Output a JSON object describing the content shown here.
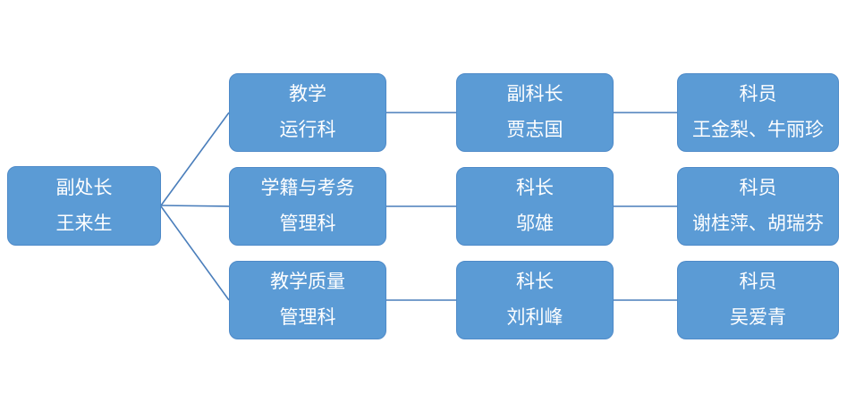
{
  "diagram": {
    "type": "org-chart",
    "colors": {
      "node_fill": "#5b9bd5",
      "node_border": "#4e8ac8",
      "connector": "#4a7ebb",
      "text": "#ffffff"
    },
    "root": {
      "line1": "副处长",
      "line2": "王来生"
    },
    "rows": [
      {
        "dept": {
          "line1": "教学",
          "line2": "运行科"
        },
        "leader": {
          "line1": "副科长",
          "line2": "贾志国"
        },
        "staff": {
          "line1": "科员",
          "line2": "王金梨、牛丽珍"
        }
      },
      {
        "dept": {
          "line1": "学籍与考务",
          "line2": "管理科"
        },
        "leader": {
          "line1": "科长",
          "line2": "邬雄"
        },
        "staff": {
          "line1": "科员",
          "line2": "谢桂萍、胡瑞芬"
        }
      },
      {
        "dept": {
          "line1": "教学质量",
          "line2": "管理科"
        },
        "leader": {
          "line1": "科长",
          "line2": "刘利峰"
        },
        "staff": {
          "line1": "科员",
          "line2": "吴爱青"
        }
      }
    ]
  }
}
